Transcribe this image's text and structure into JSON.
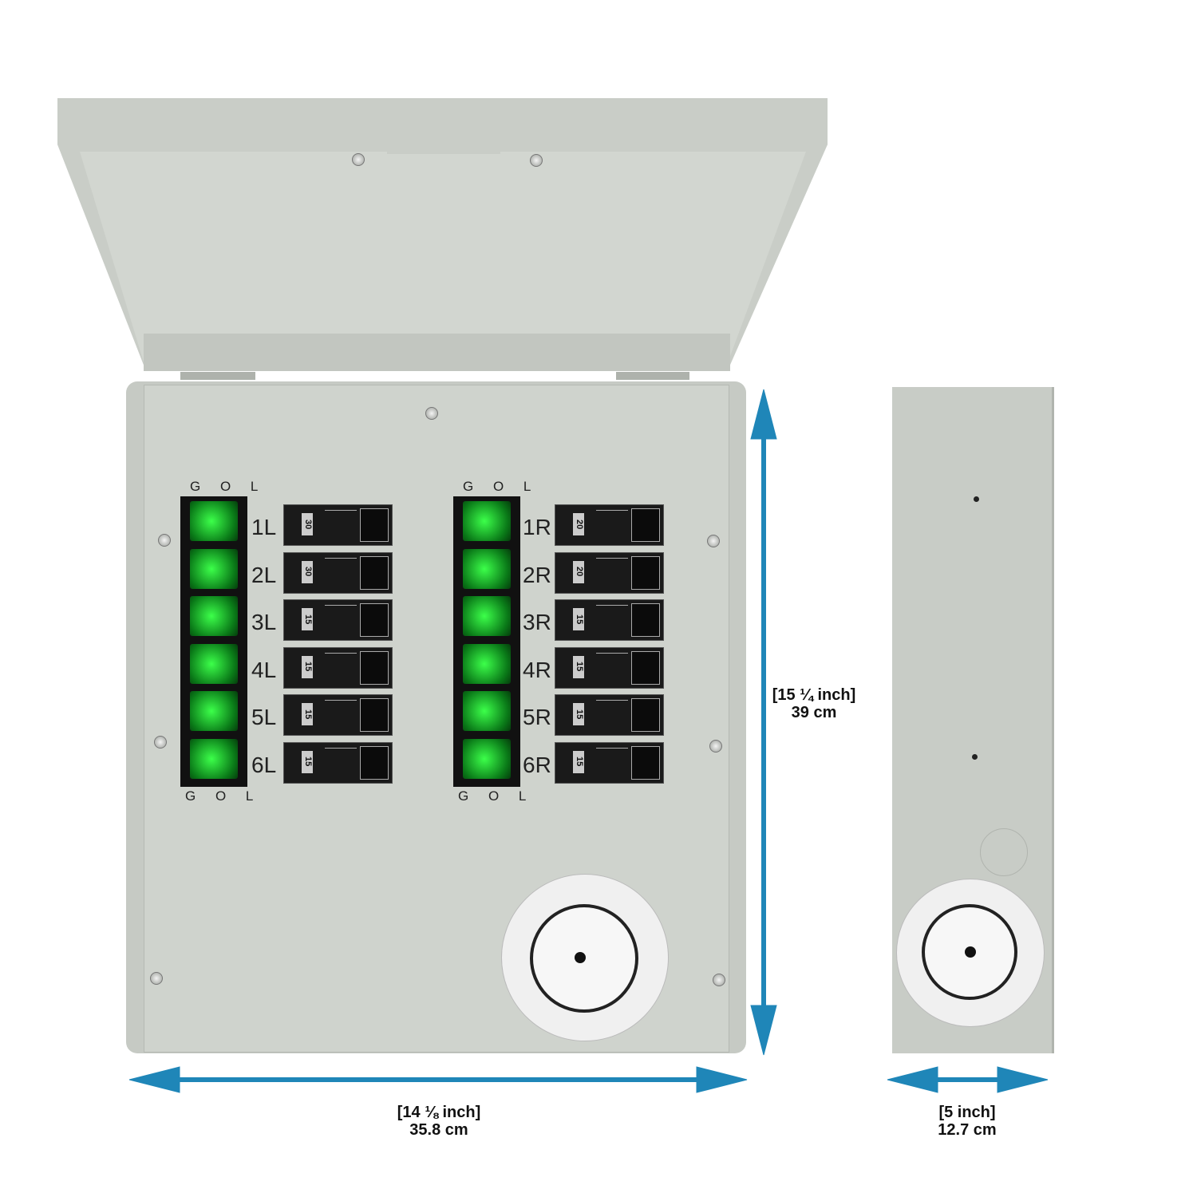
{
  "switch_header": "G O L",
  "left_rows": [
    {
      "label": "1L",
      "rating": "30"
    },
    {
      "label": "2L",
      "rating": "30"
    },
    {
      "label": "3L",
      "rating": "15"
    },
    {
      "label": "4L",
      "rating": "15"
    },
    {
      "label": "5L",
      "rating": "15"
    },
    {
      "label": "6L",
      "rating": "15"
    }
  ],
  "right_rows": [
    {
      "label": "1R",
      "rating": "20"
    },
    {
      "label": "2R",
      "rating": "20"
    },
    {
      "label": "3R",
      "rating": "15"
    },
    {
      "label": "4R",
      "rating": "15"
    },
    {
      "label": "5R",
      "rating": "15"
    },
    {
      "label": "6R",
      "rating": "15"
    }
  ],
  "dimensions": {
    "height": {
      "imperial": "[15 ¼ inch]",
      "metric": "39 cm"
    },
    "width": {
      "imperial": "[14 ⅛ inch]",
      "metric": "35.8 cm"
    },
    "depth": {
      "imperial": "[5 inch]",
      "metric": "12.7 cm"
    }
  },
  "colors": {
    "arrow": "#1f86b8",
    "switch_green": "#3cff4a"
  }
}
